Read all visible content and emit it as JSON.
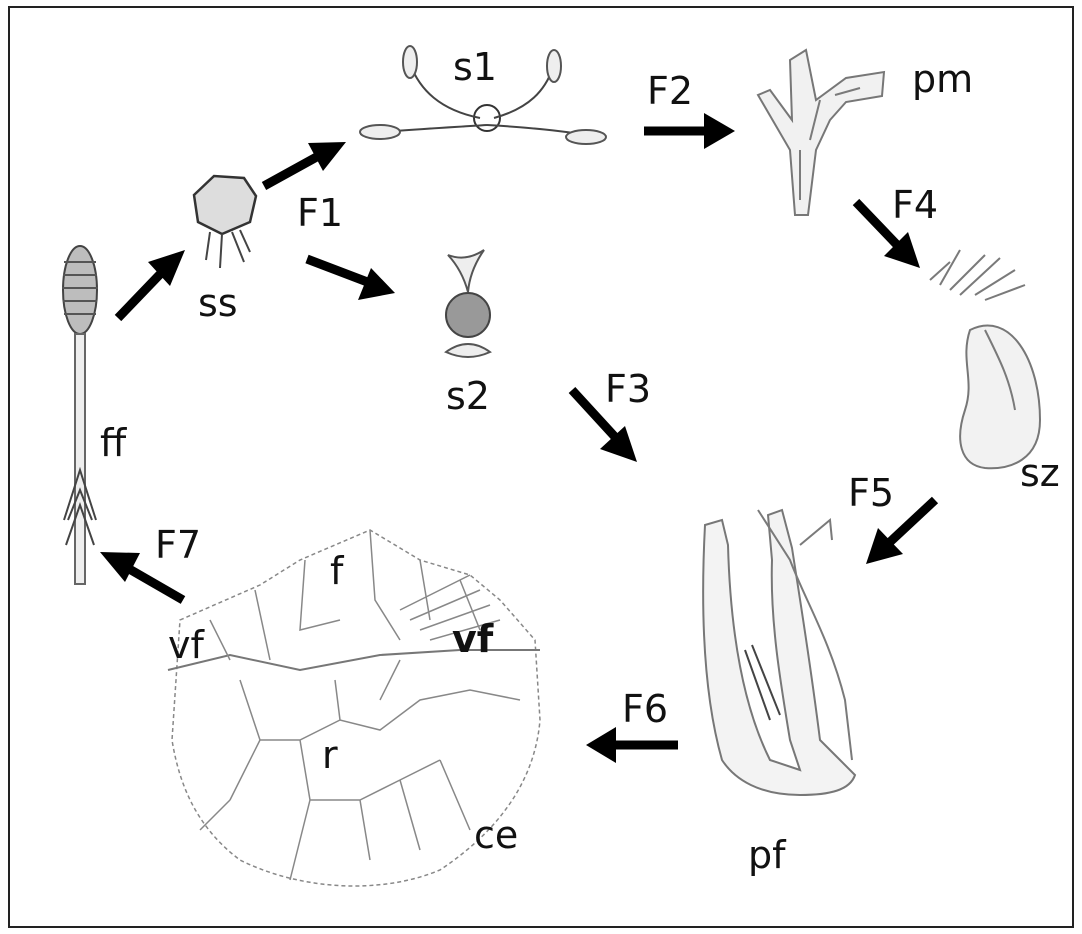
{
  "labels": {
    "s1": "s1",
    "pm": "pm",
    "F2": "F2",
    "ss": "ss",
    "F1": "F1",
    "s2": "s2",
    "F4": "F4",
    "F3": "F3",
    "ff": "ff",
    "sz": "sz",
    "F5": "F5",
    "F7": "F7",
    "f": "f",
    "vf_left": "vf",
    "vf_right": "vf",
    "F6": "F6",
    "r": "r",
    "pf": "pf",
    "ce": "ce"
  }
}
